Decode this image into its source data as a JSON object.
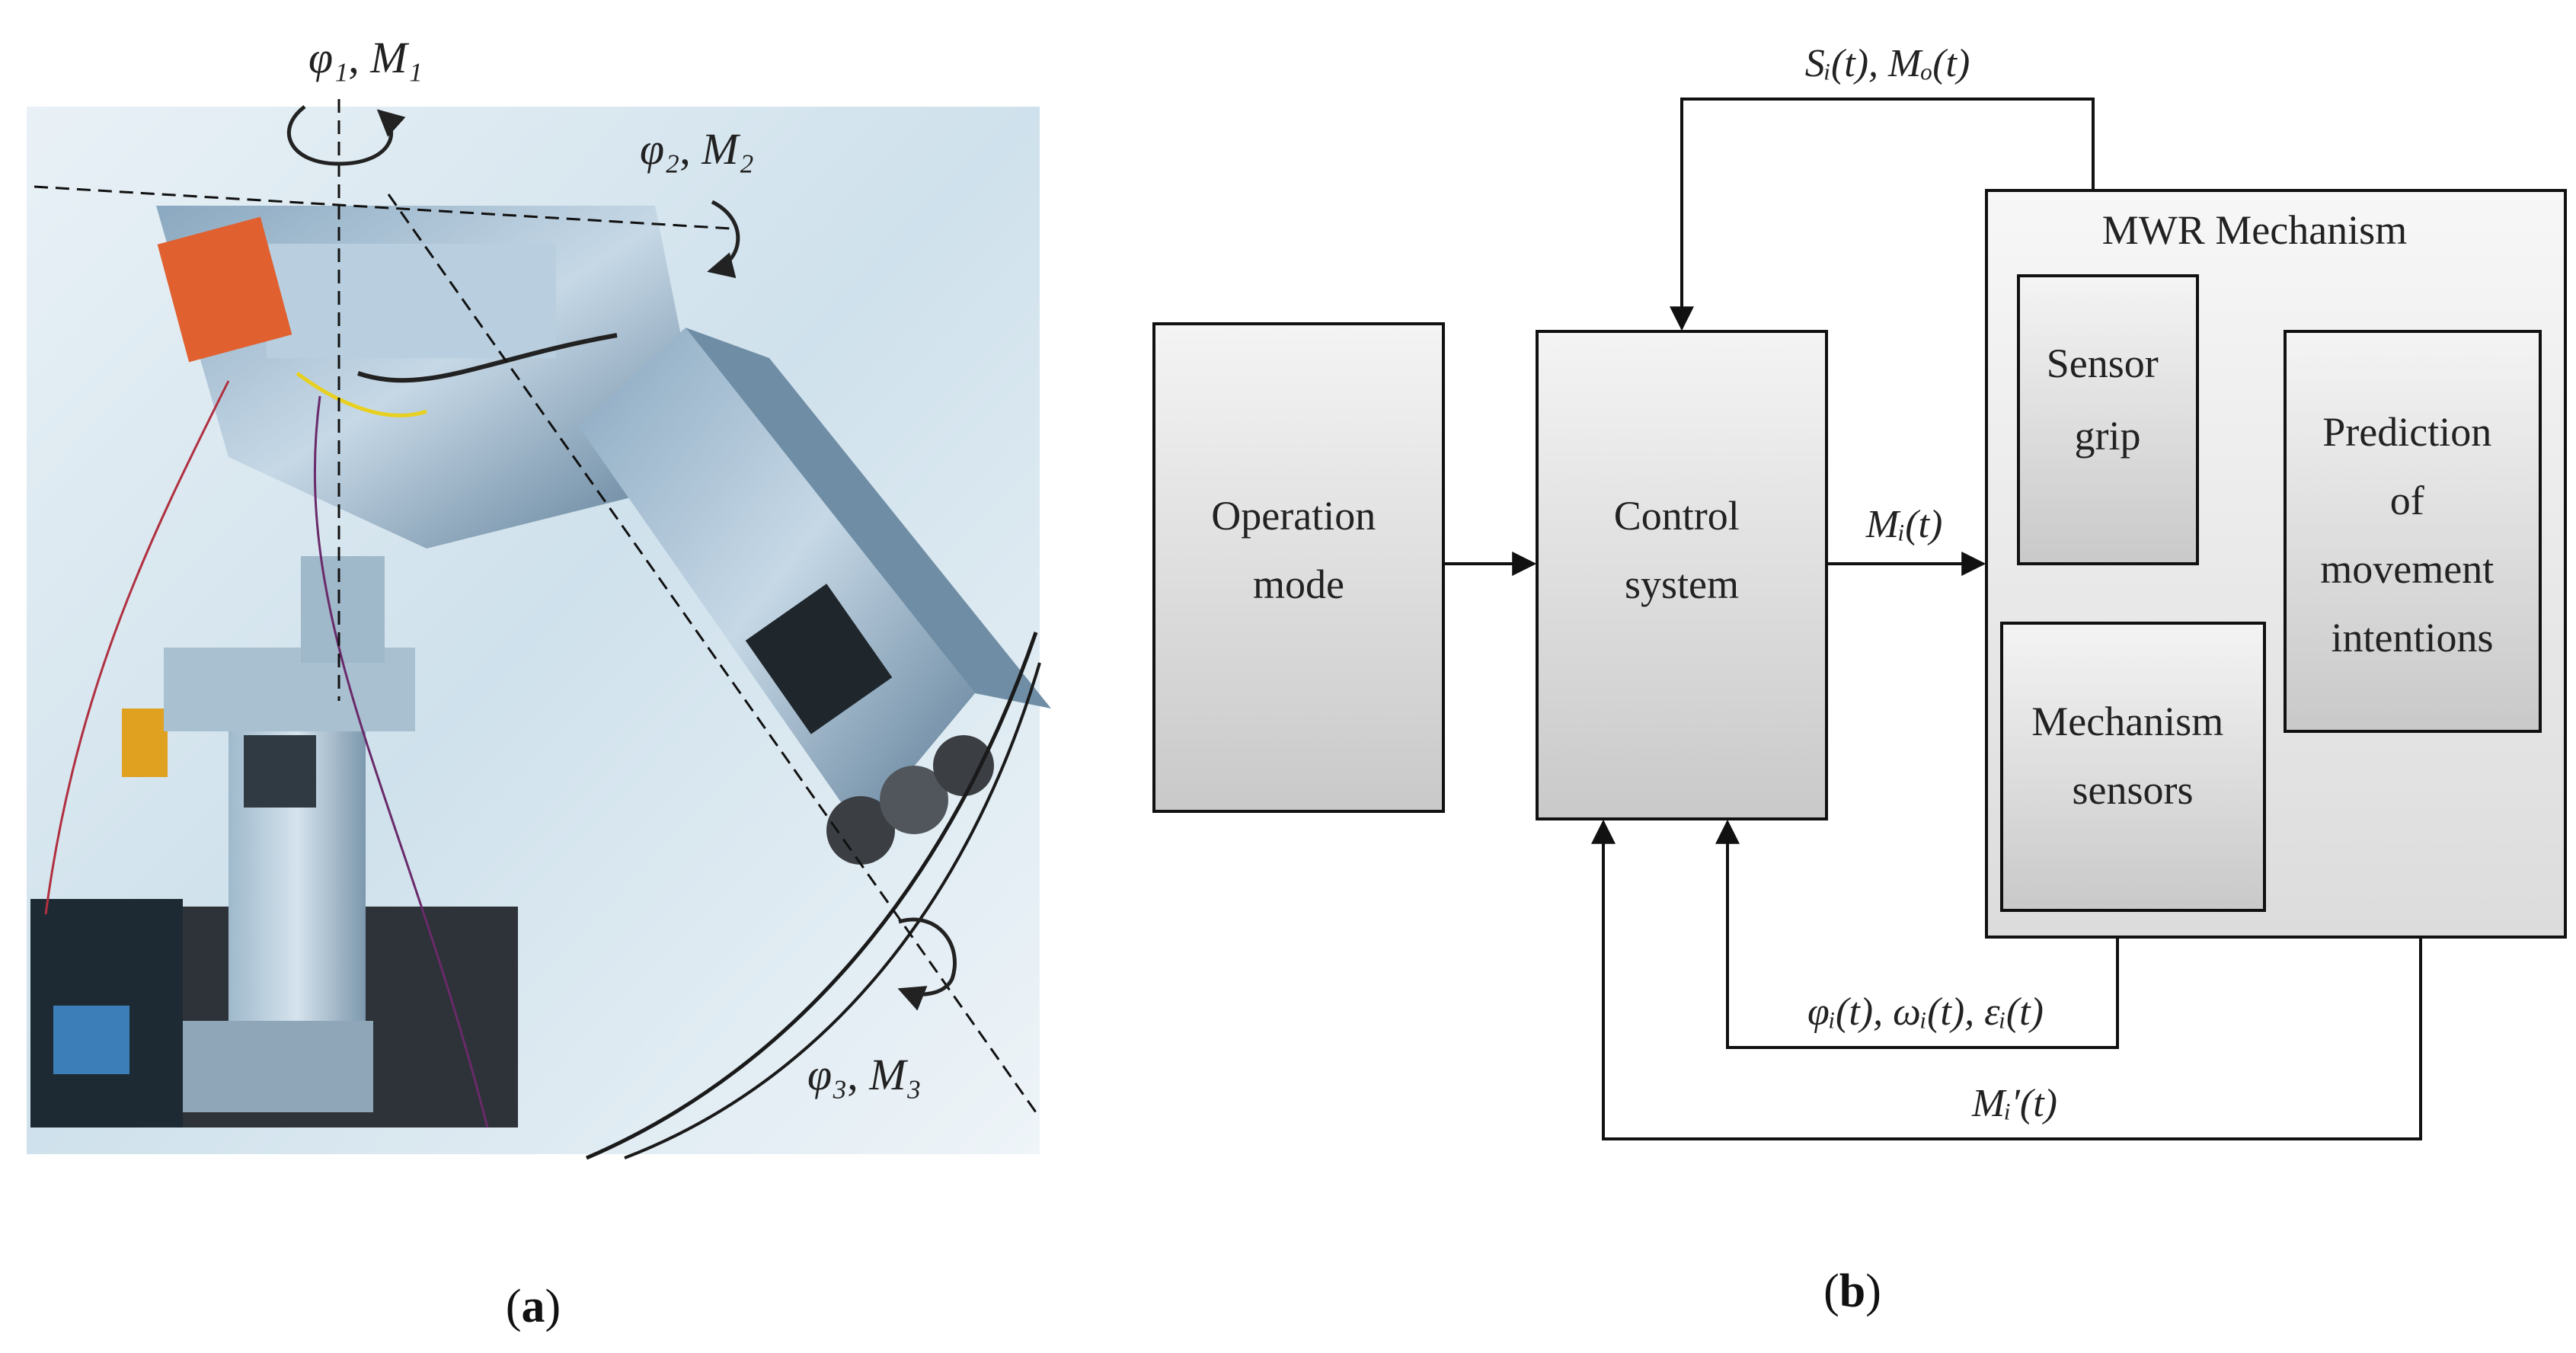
{
  "panel_a": {
    "caption_open": "(",
    "caption_letter": "a",
    "caption_close": ")",
    "joint_labels": [
      {
        "phi": "φ₁",
        "sep": ", ",
        "moment": "M₁"
      },
      {
        "phi": "φ₂",
        "sep": ", ",
        "moment": "M₂"
      },
      {
        "phi": "φ₃",
        "sep": ", ",
        "moment": "M₃"
      }
    ]
  },
  "panel_b": {
    "caption_open": "(",
    "caption_letter": "b",
    "caption_close": ")",
    "operation_mode": [
      "Operation",
      "mode"
    ],
    "control_system": [
      "Control",
      "system"
    ],
    "mechanism_title": "MWR Mechanism",
    "sensor_grip": [
      "Sensor",
      "grip"
    ],
    "prediction": [
      "Prediction",
      "of",
      "movement",
      "intentions"
    ],
    "mechanism_sensors": [
      "Mechanism",
      "sensors"
    ],
    "signal_top": "Sᵢ(t), Mₒ(t)",
    "signal_mi": "Mᵢ(t)",
    "signal_kinematics": "φᵢ(t), ωᵢ(t), εᵢ(t)",
    "signal_mi_prime": "Mᵢ′(t)"
  }
}
